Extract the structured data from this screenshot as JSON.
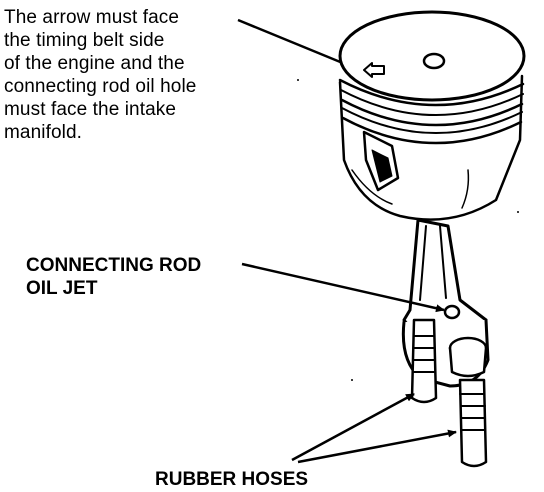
{
  "caption": {
    "lines": [
      "The arrow must face",
      "the timing belt side",
      "of the engine and the",
      "connecting rod oil hole",
      "must face the intake",
      "manifold."
    ]
  },
  "labels": {
    "connecting_rod_oil_jet": {
      "lines": [
        "CONNECTING ROD",
        "OIL JET"
      ]
    },
    "rubber_hoses": "RUBBER HOSES"
  },
  "colors": {
    "ink": "#000000",
    "paper": "#ffffff"
  },
  "icons": {
    "piston": "piston-drawing",
    "connecting_rod": "connecting-rod-drawing",
    "oil_jet": "oil-jet-drawing",
    "rubber_hoses": "rubber-hose-drawing"
  }
}
